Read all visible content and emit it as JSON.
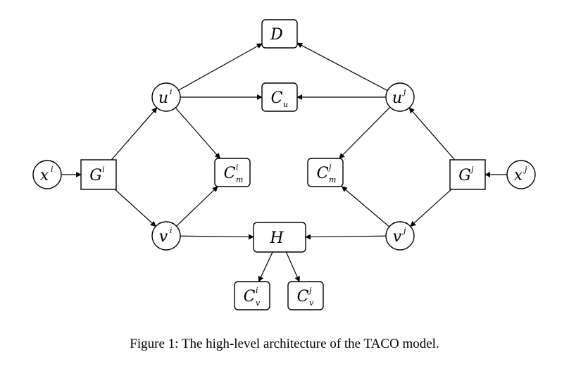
{
  "nodes": [
    {
      "id": "xi",
      "main": "x",
      "sup": "i",
      "sub": ""
    },
    {
      "id": "Gi",
      "main": "G",
      "sup": "i",
      "sub": ""
    },
    {
      "id": "ui",
      "main": "u",
      "sup": "i",
      "sub": ""
    },
    {
      "id": "vi",
      "main": "v",
      "sup": "i",
      "sub": ""
    },
    {
      "id": "D",
      "main": "D",
      "sup": "",
      "sub": ""
    },
    {
      "id": "Cu",
      "main": "C",
      "sup": "",
      "sub": "u"
    },
    {
      "id": "Cmi",
      "main": "C",
      "sup": "i",
      "sub": "m"
    },
    {
      "id": "Cmj",
      "main": "C",
      "sup": "j",
      "sub": "m"
    },
    {
      "id": "H",
      "main": "H",
      "sup": "",
      "sub": ""
    },
    {
      "id": "Cvi",
      "main": "C",
      "sup": "i",
      "sub": "v"
    },
    {
      "id": "Cvj",
      "main": "C",
      "sup": "j",
      "sub": "v"
    },
    {
      "id": "uj",
      "main": "u",
      "sup": "j",
      "sub": ""
    },
    {
      "id": "vj",
      "main": "v",
      "sup": "j",
      "sub": ""
    },
    {
      "id": "Gj",
      "main": "G",
      "sup": "j",
      "sub": ""
    },
    {
      "id": "xj",
      "main": "x",
      "sup": "j",
      "sub": ""
    }
  ],
  "edges": [
    [
      "xi",
      "Gi"
    ],
    [
      "Gi",
      "ui"
    ],
    [
      "Gi",
      "vi"
    ],
    [
      "ui",
      "D"
    ],
    [
      "ui",
      "Cu"
    ],
    [
      "ui",
      "Cmi"
    ],
    [
      "vi",
      "Cmi"
    ],
    [
      "vi",
      "H"
    ],
    [
      "uj",
      "D"
    ],
    [
      "uj",
      "Cu"
    ],
    [
      "uj",
      "Cmj"
    ],
    [
      "vj",
      "Cmj"
    ],
    [
      "vj",
      "H"
    ],
    [
      "xj",
      "Gj"
    ],
    [
      "Gj",
      "uj"
    ],
    [
      "Gj",
      "vj"
    ],
    [
      "H",
      "Cvi"
    ],
    [
      "H",
      "Cvj"
    ]
  ],
  "caption": "Figure 1: The high-level architecture of the TACO model."
}
